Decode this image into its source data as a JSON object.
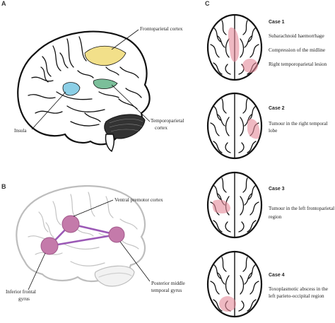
{
  "panels": {
    "a": {
      "letter": "A"
    },
    "b": {
      "letter": "B"
    },
    "c": {
      "letter": "C"
    }
  },
  "panel_a": {
    "labels": {
      "frontoparietal": "Frontoparietal cortex",
      "insula": "Insula",
      "temporoparietal_1": "Temporoparietal",
      "temporoparietal_2": "cortex"
    },
    "colors": {
      "yellow": "#f2e08a",
      "blue": "#8ccfe6",
      "green": "#7bbf9a",
      "cerebellum": "#333333"
    }
  },
  "panel_b": {
    "labels": {
      "ventral_premotor": "Ventral premotor cortex",
      "inferior_frontal_1": "Inferior frontal",
      "inferior_frontal_2": "gyrus",
      "posterior_middle_1": "Posterior middle",
      "posterior_middle_2": "temporal gyrus"
    },
    "colors": {
      "node": "#c47aaa",
      "edge": "#9b59b6",
      "brain": "#bdbdbd"
    }
  },
  "cases": [
    {
      "title": "Case 1",
      "lines": [
        "Subarachnoid haemorrhage",
        "Compression of the midline",
        "Right temporoparietal lesion"
      ]
    },
    {
      "title": "Case 2",
      "lines": [
        "Tumour in the right temporal",
        "lobe"
      ]
    },
    {
      "title": "Case 3",
      "lines": [
        "Tumour in the left frontoparietal",
        "region"
      ]
    },
    {
      "title": "Case 4",
      "lines": [
        "Toxoplasmotic abscess in the",
        "left parieto-occipital region"
      ]
    }
  ],
  "lesion_color": "#e58a9a"
}
